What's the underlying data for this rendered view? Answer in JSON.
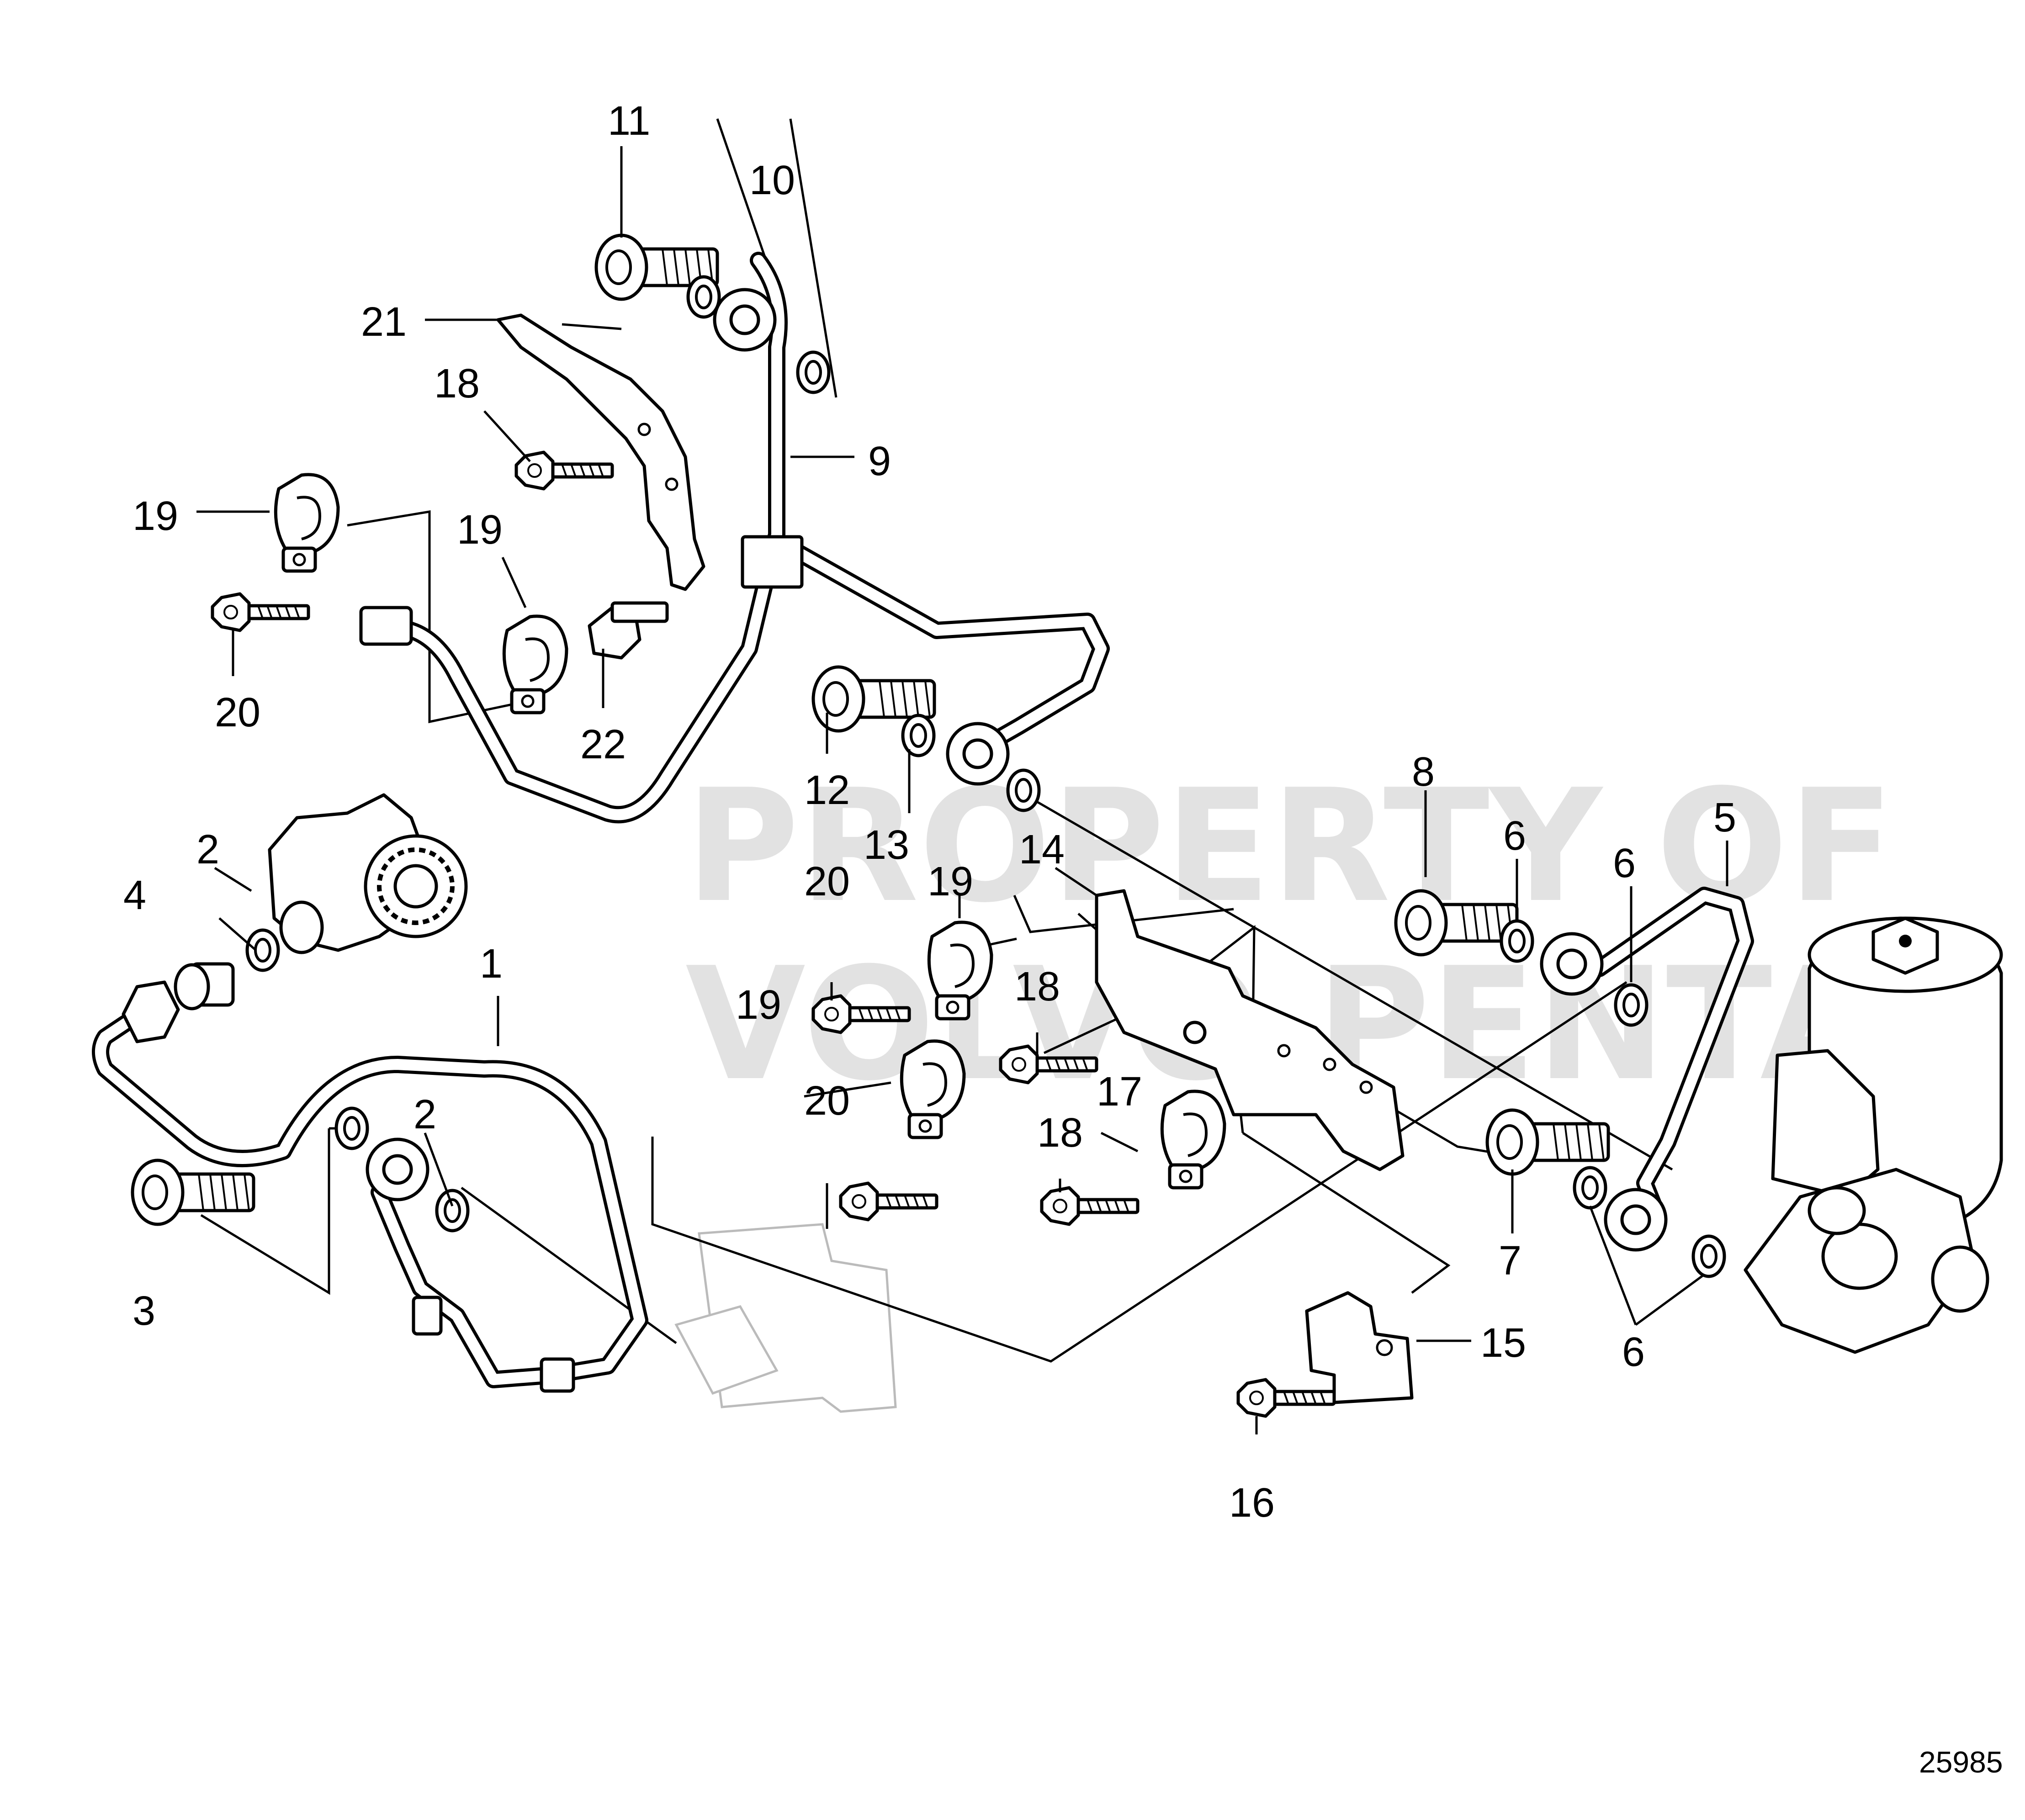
{
  "catalog_number": "25985",
  "watermark": [
    "PROPERTY OF",
    "VOLVO PENTA"
  ],
  "callouts": [
    {
      "id": "c1",
      "text": "1"
    },
    {
      "id": "c2a",
      "text": "2"
    },
    {
      "id": "c2b",
      "text": "2"
    },
    {
      "id": "c3",
      "text": "3"
    },
    {
      "id": "c4",
      "text": "4"
    },
    {
      "id": "c5",
      "text": "5"
    },
    {
      "id": "c6a",
      "text": "6"
    },
    {
      "id": "c6b",
      "text": "6"
    },
    {
      "id": "c6c",
      "text": "6"
    },
    {
      "id": "c7",
      "text": "7"
    },
    {
      "id": "c8",
      "text": "8"
    },
    {
      "id": "c9",
      "text": "9"
    },
    {
      "id": "c10",
      "text": "10"
    },
    {
      "id": "c11",
      "text": "11"
    },
    {
      "id": "c12",
      "text": "12"
    },
    {
      "id": "c13",
      "text": "13"
    },
    {
      "id": "c14",
      "text": "14"
    },
    {
      "id": "c15",
      "text": "15"
    },
    {
      "id": "c16",
      "text": "16"
    },
    {
      "id": "c17",
      "text": "17"
    },
    {
      "id": "c18a",
      "text": "18"
    },
    {
      "id": "c18b",
      "text": "18"
    },
    {
      "id": "c18c",
      "text": "18"
    },
    {
      "id": "c19a",
      "text": "19"
    },
    {
      "id": "c19b",
      "text": "19"
    },
    {
      "id": "c19c",
      "text": "19"
    },
    {
      "id": "c19d",
      "text": "19"
    },
    {
      "id": "c20a",
      "text": "20"
    },
    {
      "id": "c20b",
      "text": "20"
    },
    {
      "id": "c20c",
      "text": "20"
    },
    {
      "id": "c21",
      "text": "21"
    },
    {
      "id": "c22",
      "text": "22"
    }
  ]
}
